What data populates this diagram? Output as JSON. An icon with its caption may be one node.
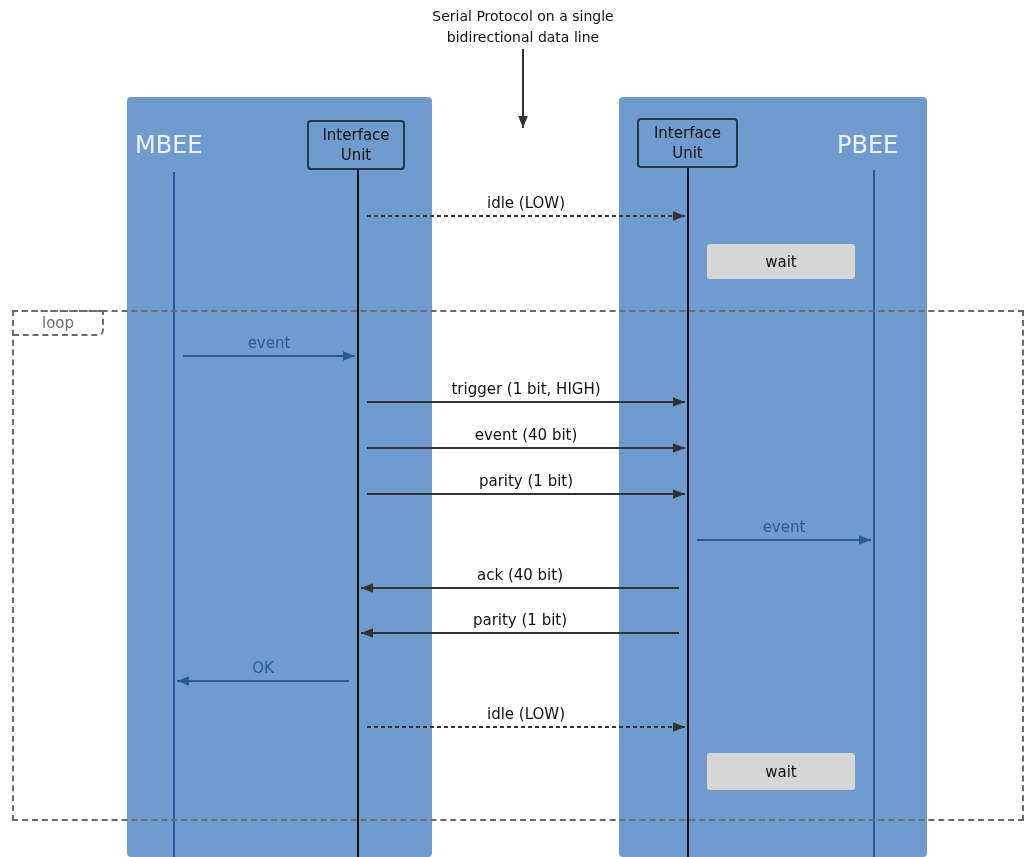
{
  "diagram": {
    "nodes": [
      {
        "text": [
          "MBEE"
        ]
      },
      {
        "text": [
          "Interface Unit"
        ],
        "in": 0
      },
      {
        "text": [],
        "shape": "line",
        "in": 0
      },
      {
        "text": [],
        "shape": "line",
        "in": 0
      },
      {
        "text": [
          "PBEE"
        ]
      },
      {
        "text": [
          "Interface Unit"
        ],
        "in": 4
      },
      {
        "text": [],
        "shape": "line",
        "in": 4
      },
      {
        "text": [],
        "shape": "line",
        "in": 4
      },
      {
        "text": [
          "wait"
        ],
        "in": 4
      },
      {
        "text": [
          "wait"
        ],
        "in": 4
      },
      {
        "text": [
          "Serial Protocol on a single bidirectional data line"
        ]
      }
    ],
    "edges": [
      {
        "from": 3,
        "to": 6,
        "arrow": "to",
        "label": "idle (LOW)",
        "style": "dashed"
      },
      {
        "from": 2,
        "to": 3,
        "arrow": "to",
        "label": "event",
        "color": "#2c5a94"
      },
      {
        "from": 3,
        "to": 6,
        "arrow": "to",
        "label": "trigger (1 bit, HIGH)"
      },
      {
        "from": 3,
        "to": 6,
        "arrow": "to",
        "label": "event (40 bit)"
      },
      {
        "from": 3,
        "to": 6,
        "arrow": "to",
        "label": "parity (1 bit)"
      },
      {
        "from": 6,
        "to": 7,
        "arrow": "to",
        "label": "event",
        "color": "#2c5a94"
      },
      {
        "from": 6,
        "to": 3,
        "arrow": "to",
        "label": "ack (40 bit)"
      },
      {
        "from": 6,
        "to": 3,
        "arrow": "to",
        "label": "parity (1 bit)"
      },
      {
        "from": 3,
        "to": 2,
        "arrow": "to",
        "label": "OK",
        "color": "#2c5a94"
      },
      {
        "from": 3,
        "to": 6,
        "arrow": "to",
        "label": "idle (LOW)",
        "style": "dashed"
      },
      {
        "from": 10,
        "to": null,
        "arrow": "to"
      }
    ],
    "labels": [
      "loop"
    ]
  }
}
